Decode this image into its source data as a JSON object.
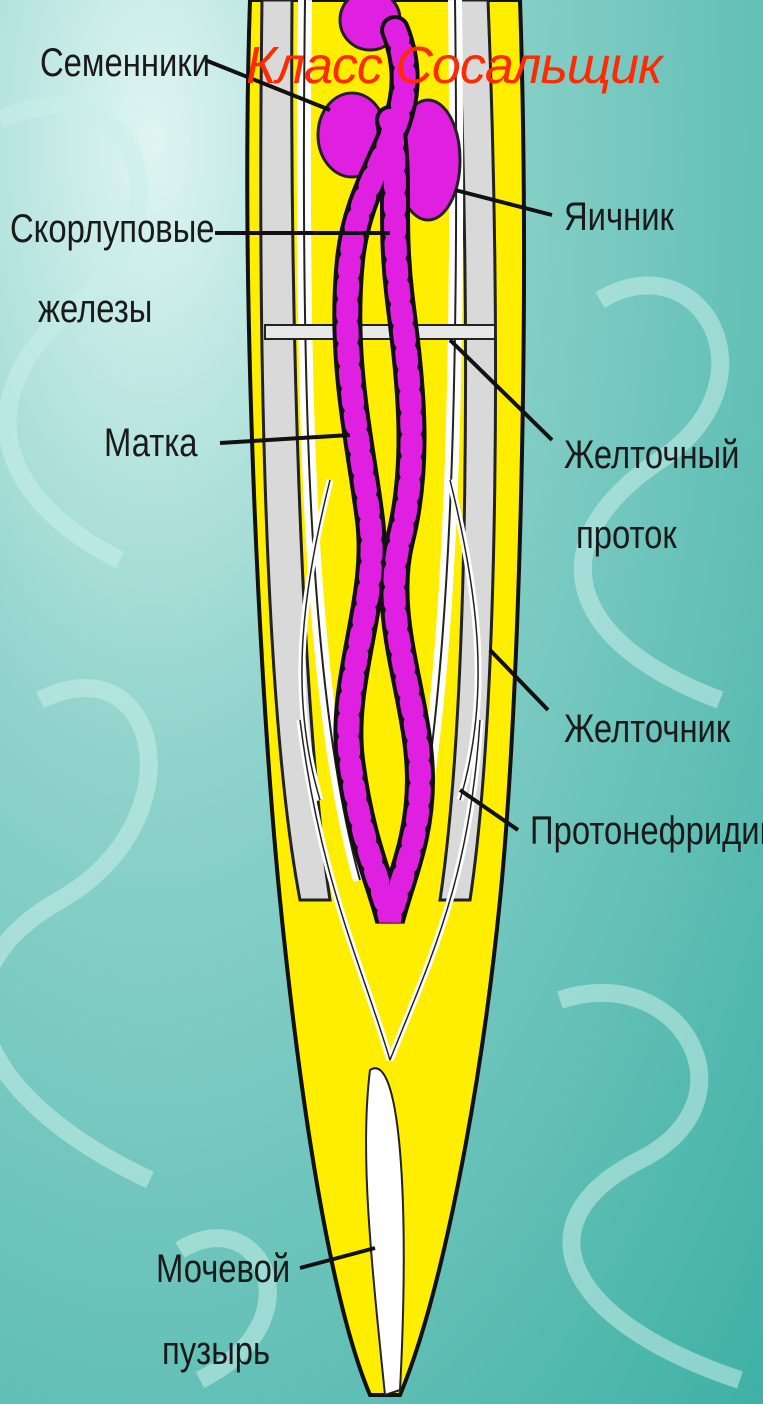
{
  "title": "Класс Сосальщик",
  "labels": {
    "testes": "Семенники",
    "shell_glands_1": "Скорлуповые",
    "shell_glands_2": "железы",
    "uterus": "Матка",
    "ovary": "Яичник",
    "vitelline_duct_1": "Желточный",
    "vitelline_duct_2": "проток",
    "vitellarium": "Желточник",
    "protonephridium": "Протонефридий",
    "bladder_1": "Мочевой",
    "bladder_2": "пузырь"
  },
  "colors": {
    "body": "#ffee00",
    "organs": "#e020e0",
    "background": "#5cc2b8",
    "title": "#ff2a00"
  }
}
